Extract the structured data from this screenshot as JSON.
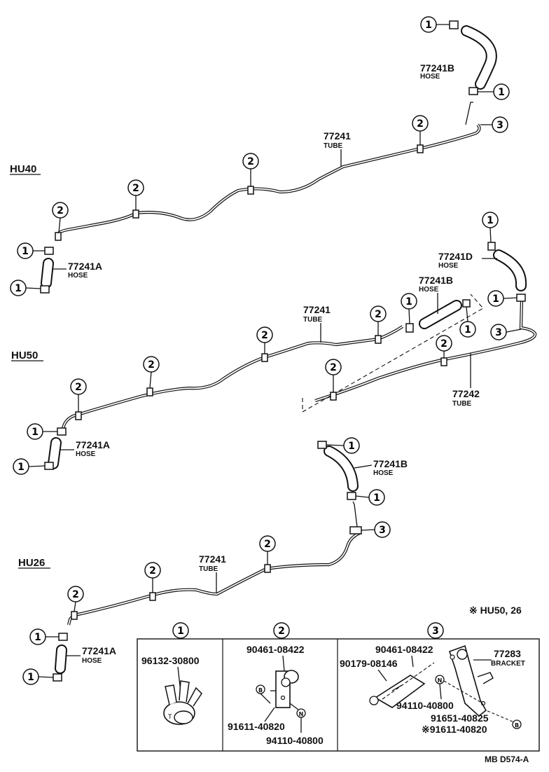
{
  "variants": {
    "hu40": "HU40",
    "hu50": "HU50",
    "hu26": "HU26"
  },
  "callout_numbers": {
    "one": "1",
    "two": "2",
    "three": "3"
  },
  "parts": {
    "tube_main": "77241",
    "tube_hu50_rear": "77242",
    "hose_a": "77241A",
    "hose_b": "77241B",
    "hose_d": "77241D",
    "tube_word": "TUBE",
    "hose_word": "HOSE"
  },
  "legend": {
    "note": "※ HU50, 26",
    "box1": {
      "part": "96132-30800"
    },
    "box2": {
      "top": "90461-08422",
      "bottom": "91611-40820",
      "nut": "94110-40800",
      "marker_b": "B",
      "marker_n": "N"
    },
    "box3": {
      "bolt": "90461-08422",
      "clip": "90179-08146",
      "bracket_no": "77283",
      "bracket_word": "BRACKET",
      "nut": "94110-40800",
      "part_a": "91651-40825",
      "part_b": "※91611-40820",
      "marker_b": "B",
      "marker_n": "N"
    }
  },
  "drawing_code": "MB D574-A"
}
